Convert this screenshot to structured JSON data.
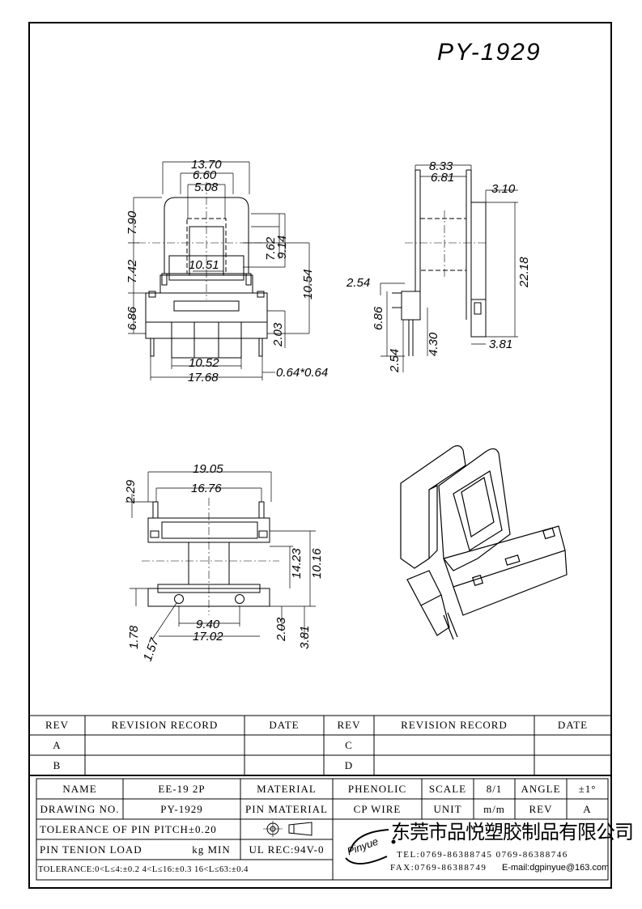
{
  "drawing_number": "PY-1929",
  "dims": {
    "front_13_70": "13.70",
    "front_6_60": "6.60",
    "front_5_08": "5.08",
    "front_7_90": "7.90",
    "front_7_42": "7.42",
    "front_6_86": "6.86",
    "front_7_62": "7.62",
    "front_9_14": "9.14",
    "front_10_51": "10.51",
    "front_10_54": "10.54",
    "front_2_03": "2.03",
    "front_10_52": "10.52",
    "front_17_68": "17.68",
    "front_pin": "0.64*0.64",
    "side_8_33": "8.33",
    "side_6_81": "6.81",
    "side_3_10": "3.10",
    "side_22_18": "22.18",
    "side_2_54_top": "2.54",
    "side_6_86": "6.86",
    "side_4_30": "4.30",
    "side_2_54_bottom": "2.54",
    "side_3_81": "3.81",
    "bottom_19_05": "19.05",
    "bottom_16_76": "16.76",
    "bottom_2_29": "2.29",
    "bottom_14_23": "14.23",
    "bottom_10_16": "10.16",
    "bottom_9_40": "9.40",
    "bottom_17_02": "17.02",
    "bottom_1_78": "1.78",
    "bottom_1_57": "1.57",
    "bottom_2_03": "2.03",
    "bottom_3_81": "3.81"
  },
  "revision": {
    "rev_header": "REV",
    "record_header": "REVISION RECORD",
    "date_header": "DATE",
    "rows": [
      "A",
      "B"
    ],
    "rows_right": [
      "C",
      "D"
    ]
  },
  "title_block": {
    "name_label": "NAME",
    "name_value": "EE-19 2P",
    "material_label": "MATERIAL",
    "material_value": "PHENOLIC",
    "scale_label": "SCALE",
    "scale_value": "8/1",
    "angle_label": "ANGLE",
    "angle_value": "±1°",
    "drawing_no_label": "DRAWING NO.",
    "drawing_no_value": "PY-1929",
    "pin_material_label": "PIN MATERIAL",
    "pin_material_value": "CP WIRE",
    "unit_label": "UNIT",
    "unit_value": "m/m",
    "rev_label": "REV",
    "rev_value": "A",
    "tolerance_pitch": "TOLERANCE OF PIN PITCH±0.20",
    "pin_tension": "PIN TENION LOAD",
    "pin_tension_unit": "kg MIN",
    "ul_rec": "UL REC:94V-0",
    "tolerance_ranges": "TOLERANCE:0<L≤4:±0.2  4<L≤16:±0.3  16<L≤63:±0.4",
    "company_logo": "Pinyue",
    "company_name": "东莞市品悦塑胶制品有限公司",
    "tel": "TEL:0769-86388745   0769-86388746",
    "fax": "FAX:0769-86388749",
    "email": "E-mail:dgpinyue@163.com"
  }
}
